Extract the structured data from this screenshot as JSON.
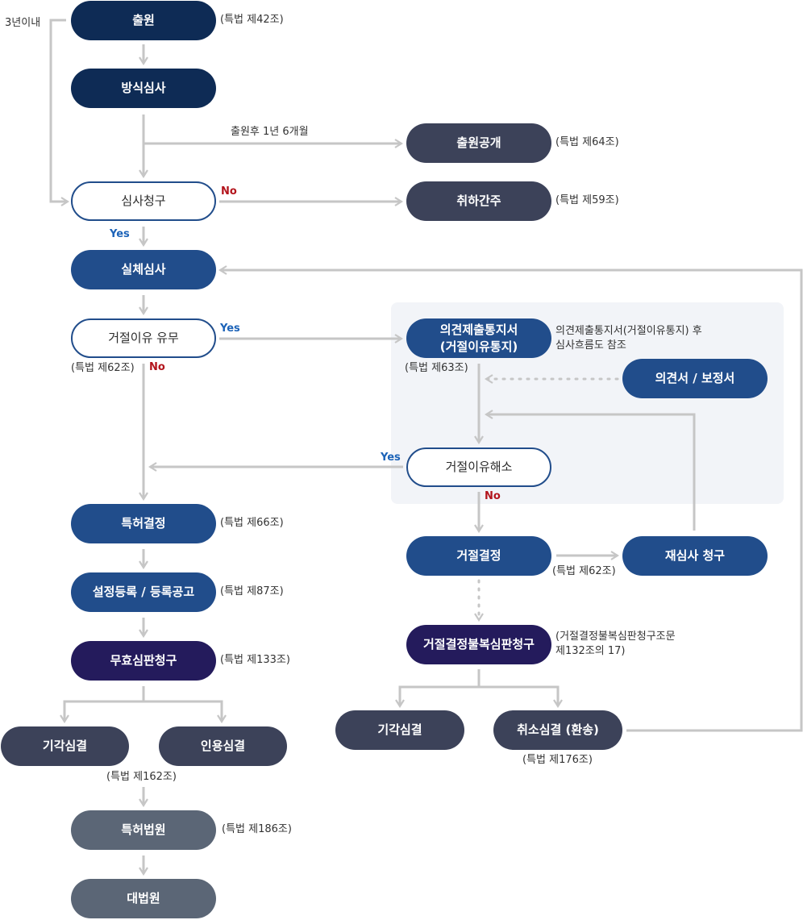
{
  "nodes": {
    "application": "출원",
    "formality_exam": "방식심사",
    "publication": "출원공개",
    "exam_request": "심사청구",
    "deemed_withdrawn": "취하간주",
    "substantive_exam": "실체심사",
    "rejection_reason": "거절이유 유무",
    "notice_line1": "의견제출통지서",
    "notice_line2": "(거절이유통지)",
    "opinion": "의견서 / 보정서",
    "resolved": "거절이유해소",
    "patent_decision": "특허결정",
    "registration": "설정등록 / 등록공고",
    "invalidation_trial": "무효심판청구",
    "dismissed_left": "기각심결",
    "upheld": "인용심결",
    "patent_court": "특허법원",
    "supreme_court": "대법원",
    "rejection_decision": "거절결정",
    "reexam_request": "재심사 청구",
    "appeal_trial": "거절결정불복심판청구",
    "dismissed_right": "기각심결",
    "cancel_decision": "취소심결 (환송)"
  },
  "notes": {
    "art42": "(특법 제42조)",
    "within3y": "3년이내",
    "after18m": "출원후 1년 6개월",
    "art64": "(특법 제64조)",
    "art59": "(특법 제59조)",
    "art62_left": "(특법 제62조)",
    "art63": "(특법 제63조)",
    "ref_line1": "의견제출통지서(거절이유통지) 후",
    "ref_line2": "심사흐름도 참조",
    "art66": "(특법 제66조)",
    "art87": "(특법 제87조)",
    "art133": "(특법 제133조)",
    "art162": "(특법 제162조)",
    "art186": "(특법 제186조)",
    "art62_right": "(특법 제62조)",
    "art132_line1": "(거절결정불복심판청구조문",
    "art132_line2": "제132조의 17)",
    "art176": "(특법 제176조)"
  },
  "labels": {
    "no_exam": "No",
    "yes_exam": "Yes",
    "yes_reason": "Yes",
    "no_reason": "No",
    "yes_resolved": "Yes",
    "no_resolved": "No"
  },
  "colors": {
    "navy": "#0e2b55",
    "blue": "#214d8b",
    "slate": "#3c4259",
    "purple": "#241b5c",
    "gray": "#5b6676",
    "connector": "#c6c6c6",
    "yes": "#1c63b8",
    "no": "#b3141c"
  }
}
